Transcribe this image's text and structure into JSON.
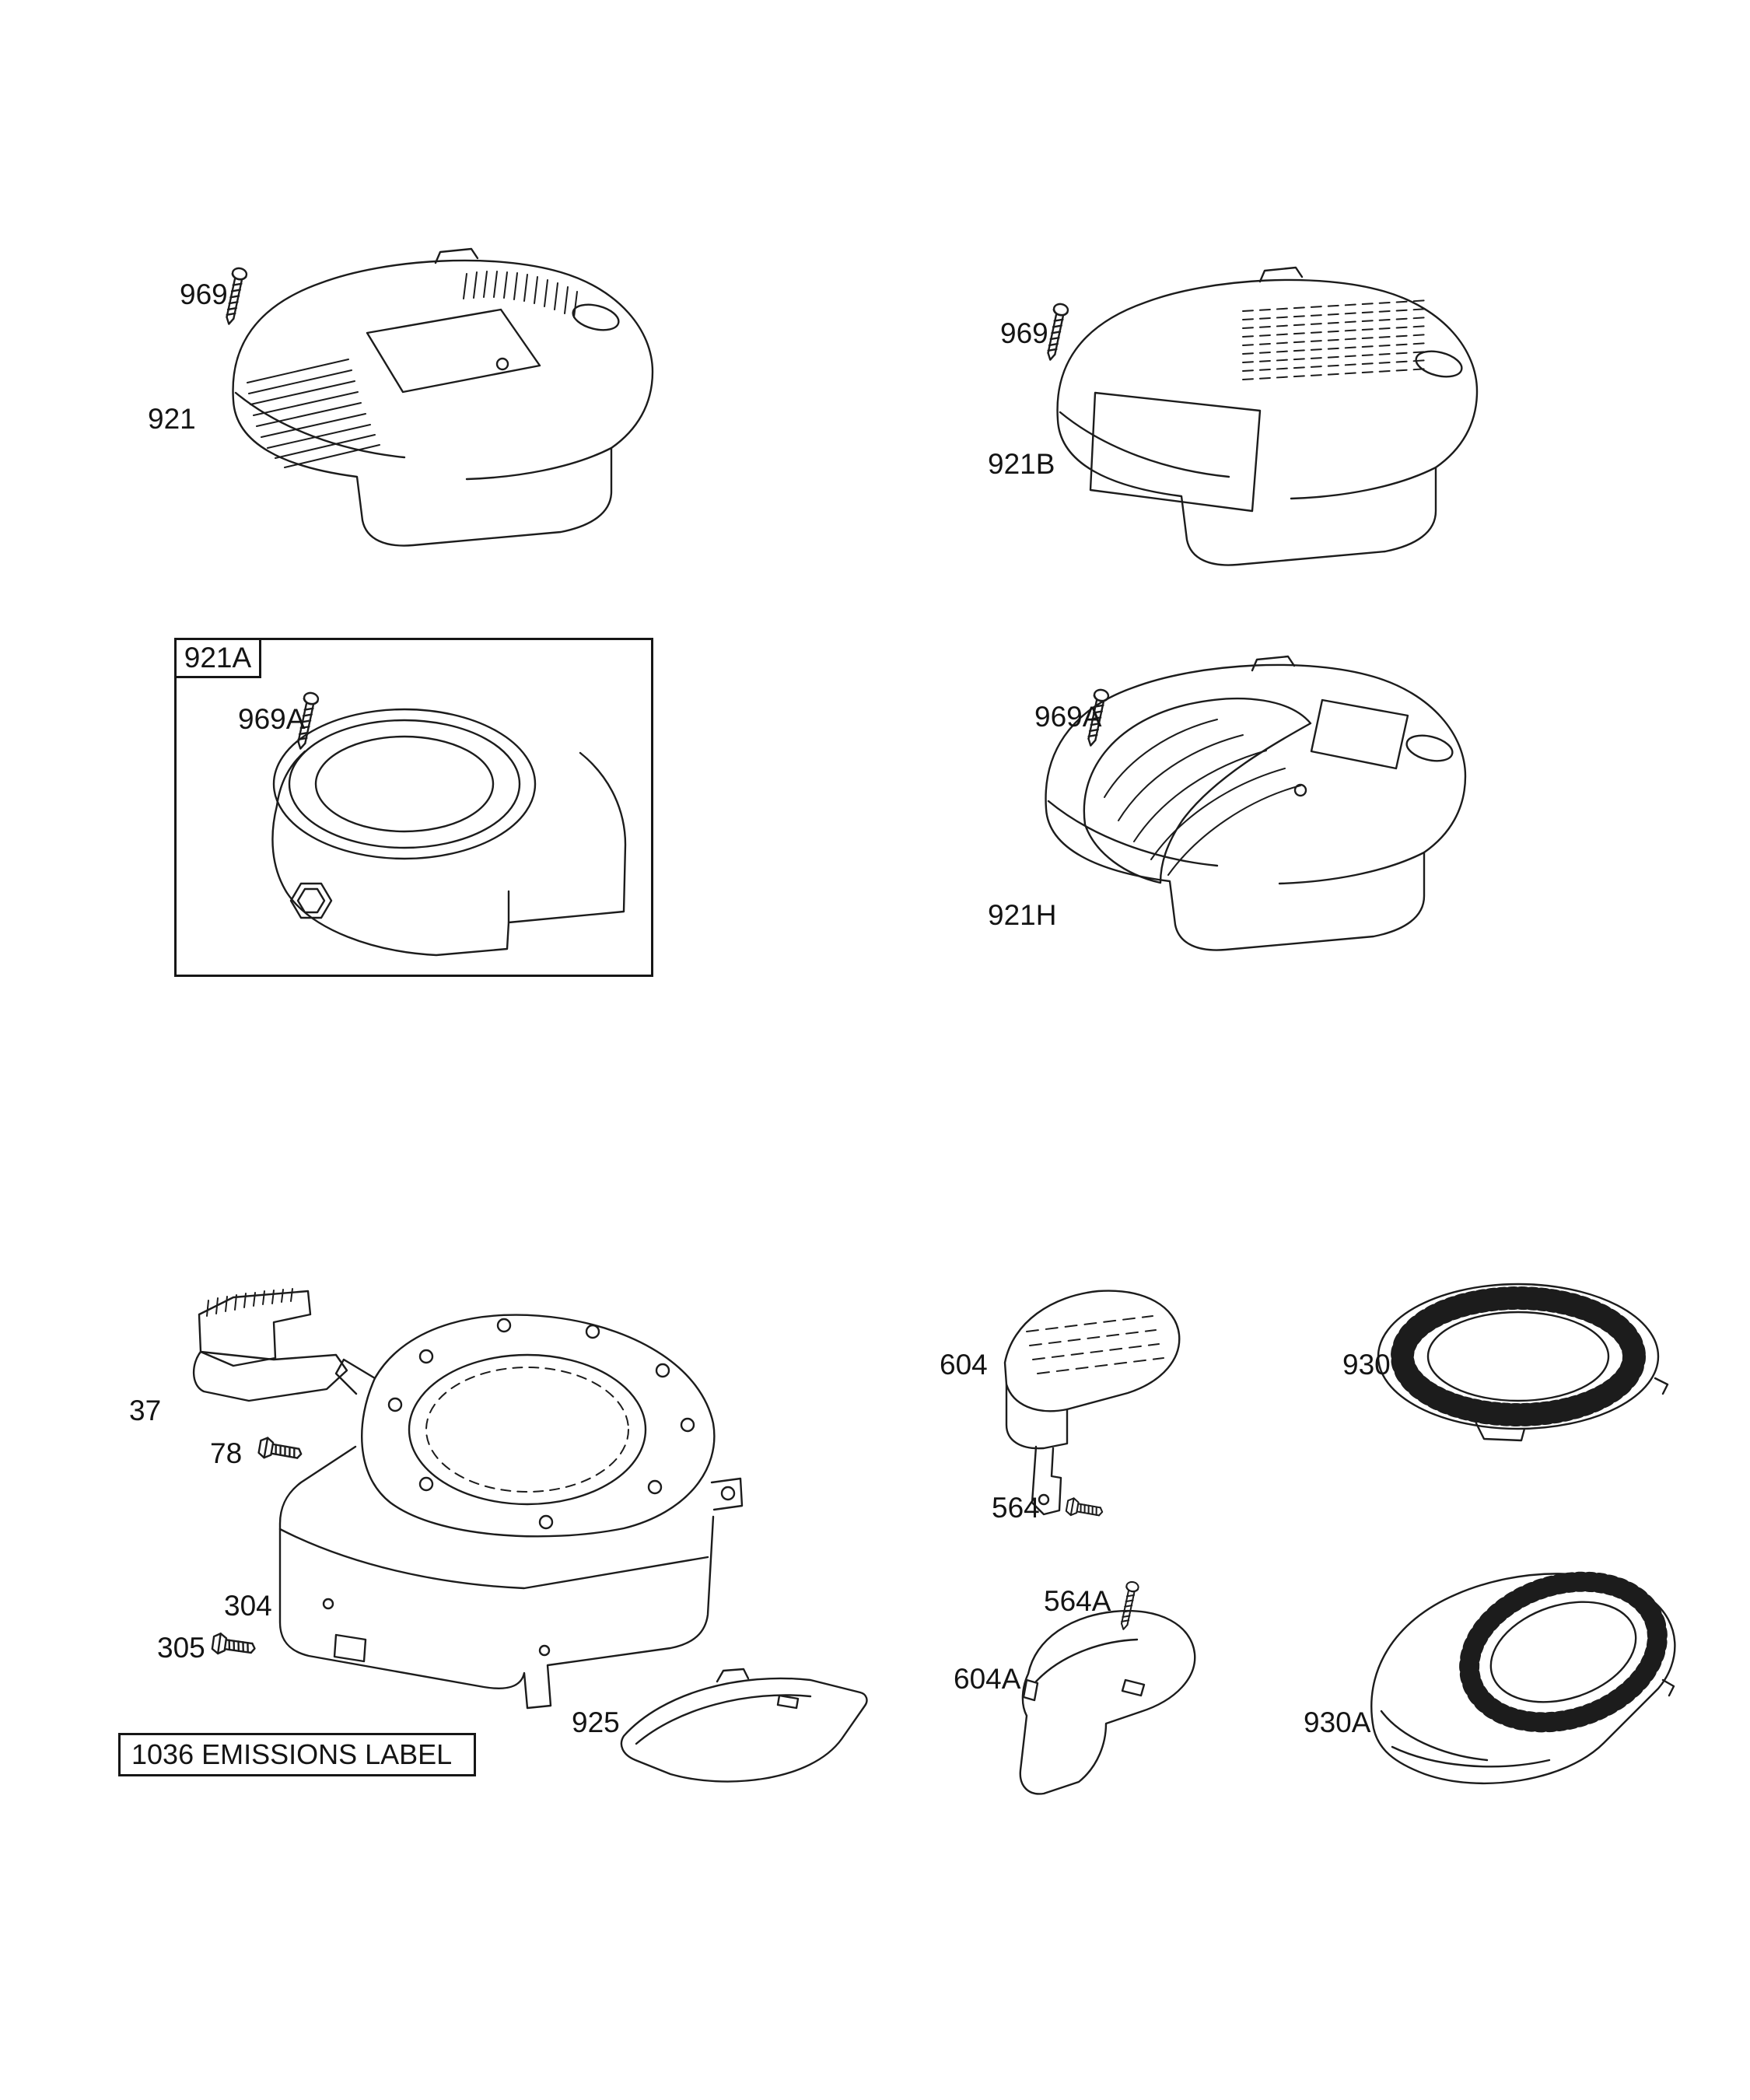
{
  "callouts": {
    "screw_969_left": "969",
    "cover_921": "921",
    "screw_969_right": "969",
    "cover_921B": "921B",
    "group_921A": "921A",
    "screw_969A_left": "969A",
    "screw_969A_right": "969A",
    "cover_921H": "921H",
    "bracket_37": "37",
    "bolt_78": "78",
    "housing_304": "304",
    "bolt_305": "305",
    "cover_925": "925",
    "emissions_1036": "1036 EMISSIONS LABEL",
    "cover_604": "604",
    "bolt_564": "564",
    "screw_564A": "564A",
    "cover_604A": "604A",
    "screen_930": "930",
    "cover_930A": "930A"
  }
}
